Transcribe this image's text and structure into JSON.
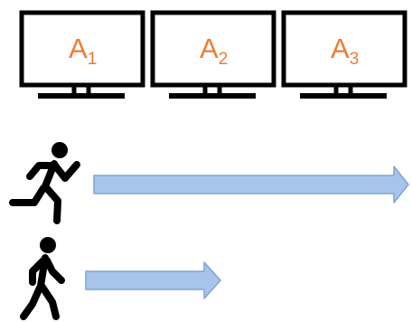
{
  "monitors": [
    {
      "letter": "A",
      "index": "1"
    },
    {
      "letter": "A",
      "index": "2"
    },
    {
      "letter": "A",
      "index": "3"
    }
  ],
  "colors": {
    "label": "#ED7D31",
    "arrow_fill": "#A9C4EB",
    "arrow_stroke": "#7FA3D3",
    "outline": "#000000"
  },
  "figures": [
    {
      "icon": "running-person-icon",
      "arrow": "long"
    },
    {
      "icon": "walking-person-icon",
      "arrow": "short"
    }
  ]
}
